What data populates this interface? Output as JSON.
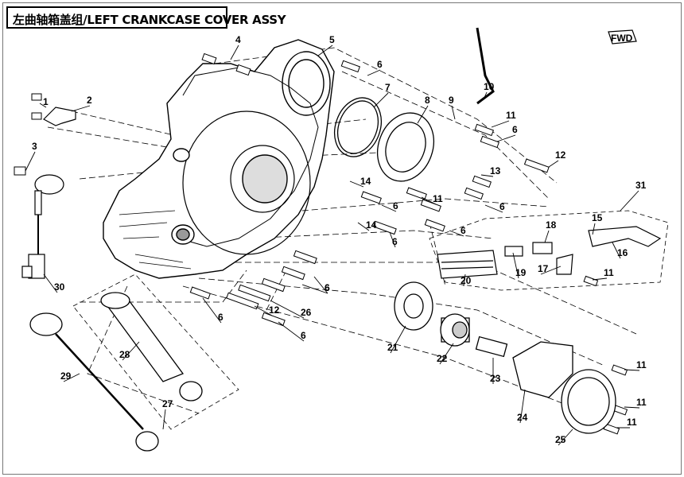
{
  "title": "左曲轴箱盖组/LEFT CRANKCASE COVER ASSY",
  "fwd_label": "FWD",
  "callouts": [
    "1",
    "2",
    "3",
    "4",
    "5",
    "6",
    "6",
    "6",
    "6",
    "6",
    "6",
    "6",
    "6",
    "6",
    "6",
    "7",
    "8",
    "9",
    "10",
    "11",
    "11",
    "11",
    "11",
    "11",
    "11",
    "12",
    "12",
    "13",
    "14",
    "14",
    "15",
    "16",
    "17",
    "18",
    "19",
    "20",
    "21",
    "22",
    "23",
    "24",
    "25",
    "26",
    "27",
    "28",
    "29",
    "30",
    "31"
  ]
}
